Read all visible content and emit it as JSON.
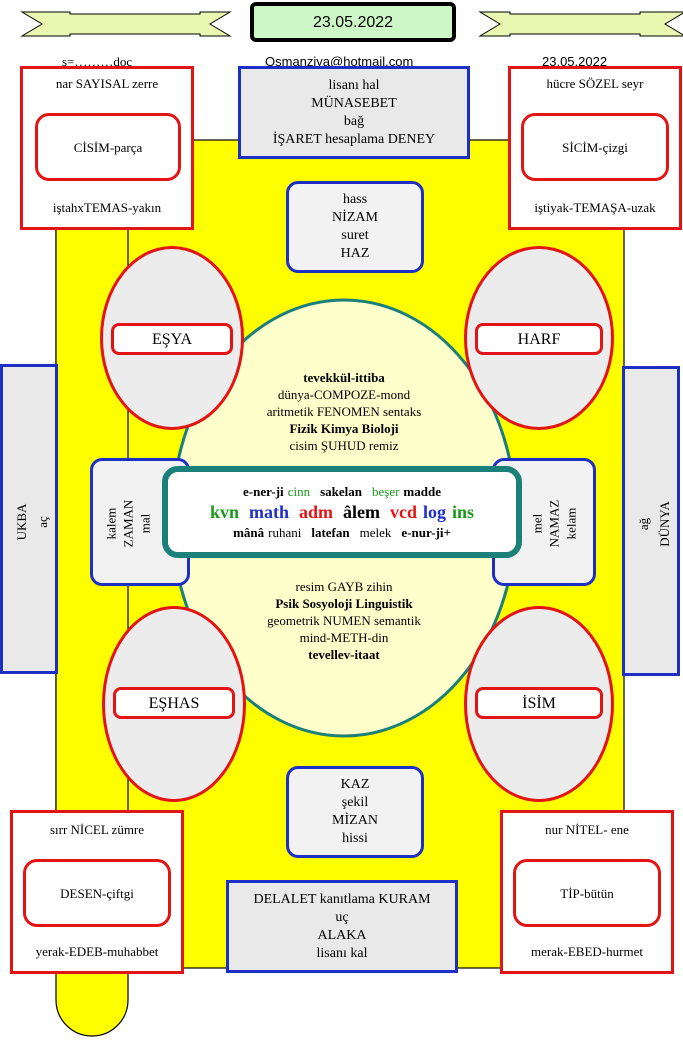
{
  "header": {
    "date_box": "23.05.2022",
    "file_label": "s=………doc",
    "email": "Osmanziya@hotmail.com",
    "date_right": "23.05.2022"
  },
  "colors": {
    "yellow": "#ffff00",
    "red": "#e21414",
    "blue": "#1d2fc4",
    "teal": "#1b7f7a",
    "grey": "#e9e9e9",
    "ellipse_fill": "#ececec",
    "center_fill": "#ffffcc",
    "ribbon": "#eaf7b0",
    "date_box_fill": "#cdf7c6",
    "green_text": "#1a9a1a"
  },
  "corners": {
    "top_left": {
      "top": "nar SAYISAL zerre",
      "inner": "CİSİM-parça",
      "bottom": "iştahxTEMAS-yakın"
    },
    "top_right": {
      "top": "hücre SÖZEL seyr",
      "inner": "SİCİM-çizgi",
      "bottom": "iştiyak-TEMAŞA-uzak"
    },
    "bottom_left": {
      "top": "sırr NİCEL zümre",
      "inner": "DESEN-çiftgi",
      "bottom": "yerak-EDEB-muhabbet"
    },
    "bottom_right": {
      "top": "nur NİTEL- ene",
      "inner": "TİP-bütün",
      "bottom": "merak-EBED-hurmet"
    }
  },
  "top_center_box": [
    "lisanı hal",
    "MÜNASEBET",
    "bağ",
    "İŞARET  hesaplama DENEY"
  ],
  "bottom_center_box": [
    "DELALET kanıtlama  KURAM",
    "uç",
    "ALAKA",
    "lisanı kal"
  ],
  "top_small_box": [
    "hass",
    "NİZAM",
    "suret",
    "HAZ"
  ],
  "bottom_small_box": [
    "KAZ",
    "şekil",
    "MİZAN",
    "hissi"
  ],
  "ellipses": {
    "top_left": "EŞYA",
    "top_right": "HARF",
    "bottom_left": "EŞHAS",
    "bottom_right": "İSİM"
  },
  "side_bars": {
    "left": [
      "UKBA",
      "aç"
    ],
    "right": [
      "ağ",
      "DÜNYA"
    ]
  },
  "side_boxes": {
    "left": [
      "kalem",
      "ZAMAN",
      "mal"
    ],
    "right": [
      "mel",
      "NAMAZ",
      "kelam"
    ]
  },
  "center_oval_top": {
    "l1": "tevekkül-ittiba",
    "l2": "dünya-COMPOZE-mond",
    "l3": "aritmetik  FENOMEN sentaks",
    "l4": "Fizik Kimya Bioloji",
    "l5": "cisim  ŞUHUD remiz"
  },
  "center_oval_bottom": {
    "l1": "resim GAYB zihin",
    "l2": "Psik Sosyoloji Linguistik",
    "l3": "geometrik  NUMEN semantik",
    "l4": "mind-METH-din",
    "l5": "tevellev-itaat"
  },
  "center_box": {
    "row1": [
      "e-ner-ji",
      "cinn",
      "sakelan",
      "beşer",
      "madde"
    ],
    "row2": [
      "kvn",
      "math",
      "adm",
      "âlem",
      "vcd",
      "log",
      "ins"
    ],
    "row3": [
      "mânâ",
      "ruhani",
      "latefan",
      "melek",
      "e-nur-ji+"
    ]
  }
}
